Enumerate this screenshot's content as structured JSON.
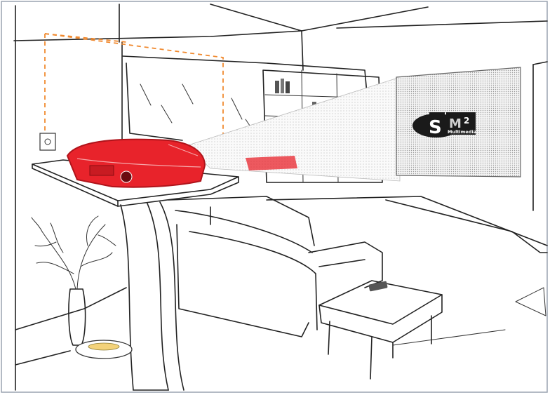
{
  "logo": {
    "letter_left": "S",
    "letter_right": "M",
    "superscript": "2",
    "caption": "Multimedia"
  },
  "colors": {
    "projector": "#e8232b",
    "projection_guide": "#f08a30",
    "frame_border": "#9aa3b0",
    "logo_dark": "#1a1a1a"
  }
}
